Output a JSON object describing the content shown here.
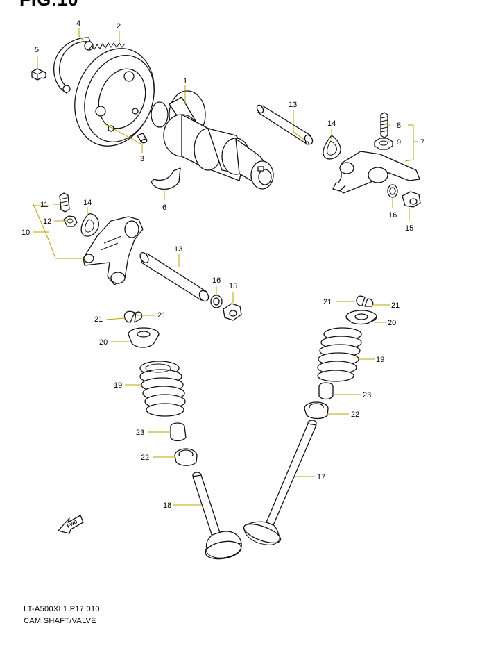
{
  "figure_title": "FIG.10",
  "footer": {
    "model_code": "LT-A500XL1 P17  010",
    "section_title": "CAM SHAFT/VALVE"
  },
  "direction_arrow": "FWD",
  "callouts": {
    "c1": "1",
    "c2": "2",
    "c3": "3",
    "c4": "4",
    "c5": "5",
    "c6": "6",
    "c7": "7",
    "c8": "8",
    "c9": "9",
    "c10": "10",
    "c11": "11",
    "c12": "12",
    "c13a": "13",
    "c13b": "13",
    "c14a": "14",
    "c14b": "14",
    "c15a": "15",
    "c15b": "15",
    "c16a": "16",
    "c16b": "16",
    "c17": "17",
    "c18": "18",
    "c19a": "19",
    "c19b": "19",
    "c20a": "20",
    "c20b": "20",
    "c21a": "21",
    "c21b": "21",
    "c21c": "21",
    "c21d": "21",
    "c22a": "22",
    "c22b": "22",
    "c23a": "23",
    "c23b": "23"
  },
  "colors": {
    "leader_line": "#b8a400",
    "line_art": "#111111"
  }
}
